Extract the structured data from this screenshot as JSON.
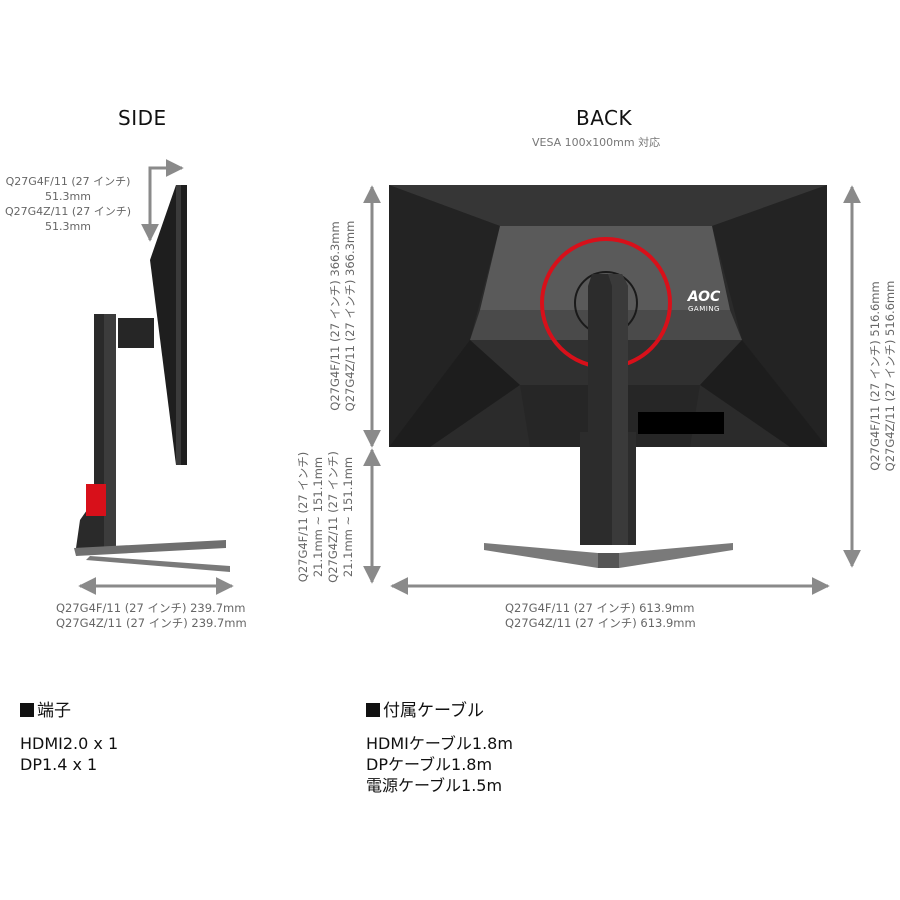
{
  "side": {
    "heading": "SIDE",
    "tilt_label_1": "Q27G4F/11 (27 インチ)",
    "tilt_value_1": "51.3mm",
    "tilt_label_2": "Q27G4Z/11 (27 インチ)",
    "tilt_value_2": "51.3mm",
    "depth_line_1": "Q27G4F/11 (27 インチ) 239.7mm",
    "depth_line_2": "Q27G4Z/11 (27 インチ) 239.7mm"
  },
  "back": {
    "heading": "BACK",
    "vesa_note": "VESA 100x100mm 対応",
    "logo_text": "AOC",
    "logo_sub": "GAMING",
    "screen_h_1": "Q27G4F/11 (27 インチ) 366.3mm",
    "screen_h_2": "Q27G4Z/11 (27 インチ) 366.3mm",
    "height_adj_1": "Q27G4F/11 (27 インチ)",
    "height_adj_2": "21.1mm ~ 151.1mm",
    "height_adj_3": "Q27G4Z/11 (27 インチ)",
    "height_adj_4": "21.1mm ~ 151.1mm",
    "total_h_1": "Q27G4F/11 (27 インチ) 516.6mm",
    "total_h_2": "Q27G4Z/11 (27 インチ) 516.6mm",
    "width_line_1": "Q27G4F/11 (27 インチ) 613.9mm",
    "width_line_2": "Q27G4Z/11 (27 インチ) 613.9mm"
  },
  "ports": {
    "title": "端子",
    "items": [
      "HDMI2.0 x 1",
      "DP1.4 x 1"
    ]
  },
  "accessories": {
    "title": "付属ケーブル",
    "items": [
      "HDMIケーブル1.8m",
      "DPケーブル1.8m",
      "電源ケーブル1.5m"
    ]
  },
  "colors": {
    "body_dark": "#2b2b2b",
    "accent_red": "#d8101a",
    "arrow_gray": "#8a8a8a"
  }
}
